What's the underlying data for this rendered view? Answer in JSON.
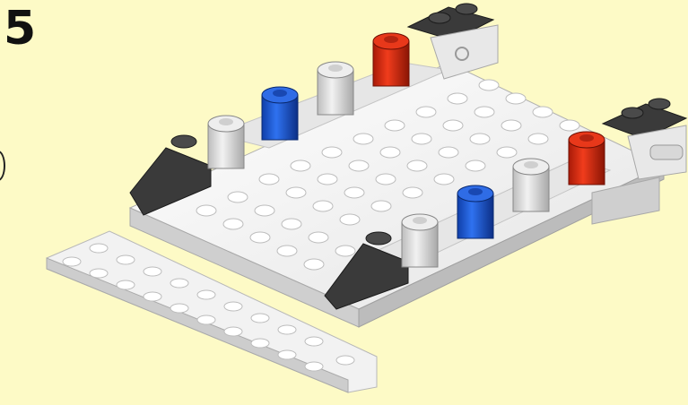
{
  "step": {
    "number": "5"
  },
  "colors": {
    "background": "#fdfac6",
    "plate_top": "#f0f0f0",
    "plate_side": "#cfcfcf",
    "stud_top": "#ffffff",
    "dark_gray": "#3a3a3a",
    "light_gray": "#d8d8d8",
    "blue": "#1f5fd8",
    "red": "#d22a12"
  },
  "parts": {
    "round_bricks_back_row": [
      "light_gray",
      "blue",
      "light_gray",
      "red"
    ],
    "round_bricks_front_row": [
      "light_gray",
      "blue",
      "light_gray",
      "red"
    ],
    "slopes": [
      "dark_gray",
      "dark_gray"
    ],
    "tiles": [
      "dark_gray",
      "dark_gray"
    ]
  }
}
